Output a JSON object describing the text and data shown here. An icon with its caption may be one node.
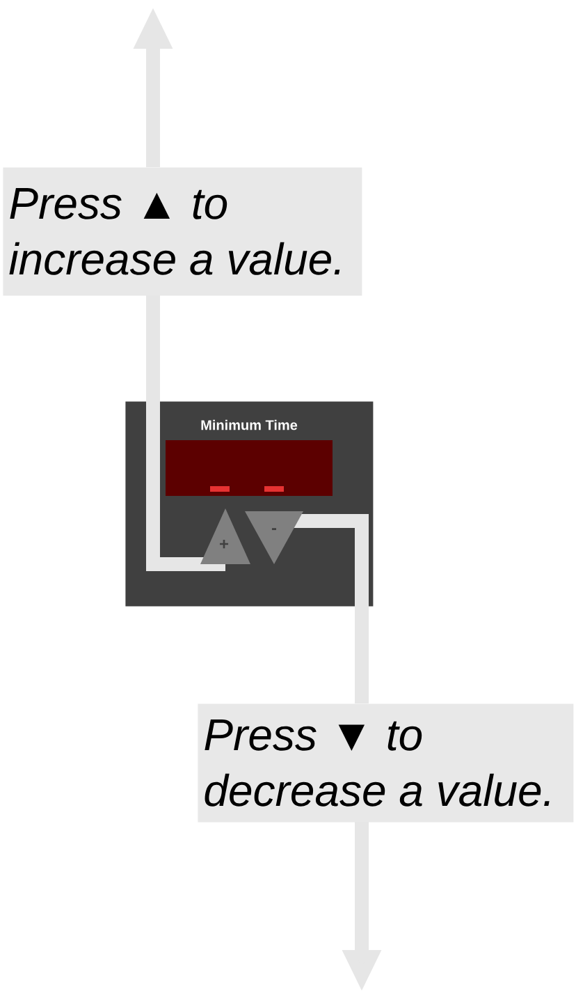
{
  "diagram": {
    "nodes": [
      {
        "text": [
          "Press ▲ to increase a value."
        ]
      },
      {
        "text": [
          "Minimum Time"
        ]
      },
      {
        "text": [
          "+"
        ],
        "in": 1
      },
      {
        "text": [
          "-"
        ],
        "in": 1
      },
      {
        "text": [
          "Press ▼ to decrease a value."
        ]
      }
    ],
    "edges": [
      {
        "from": 2,
        "to": 0,
        "arrow": "none"
      },
      {
        "from": 0,
        "to": null,
        "arrow": "to"
      },
      {
        "from": 3,
        "to": 4,
        "arrow": "none"
      },
      {
        "from": 4,
        "to": null,
        "arrow": "to"
      }
    ]
  }
}
